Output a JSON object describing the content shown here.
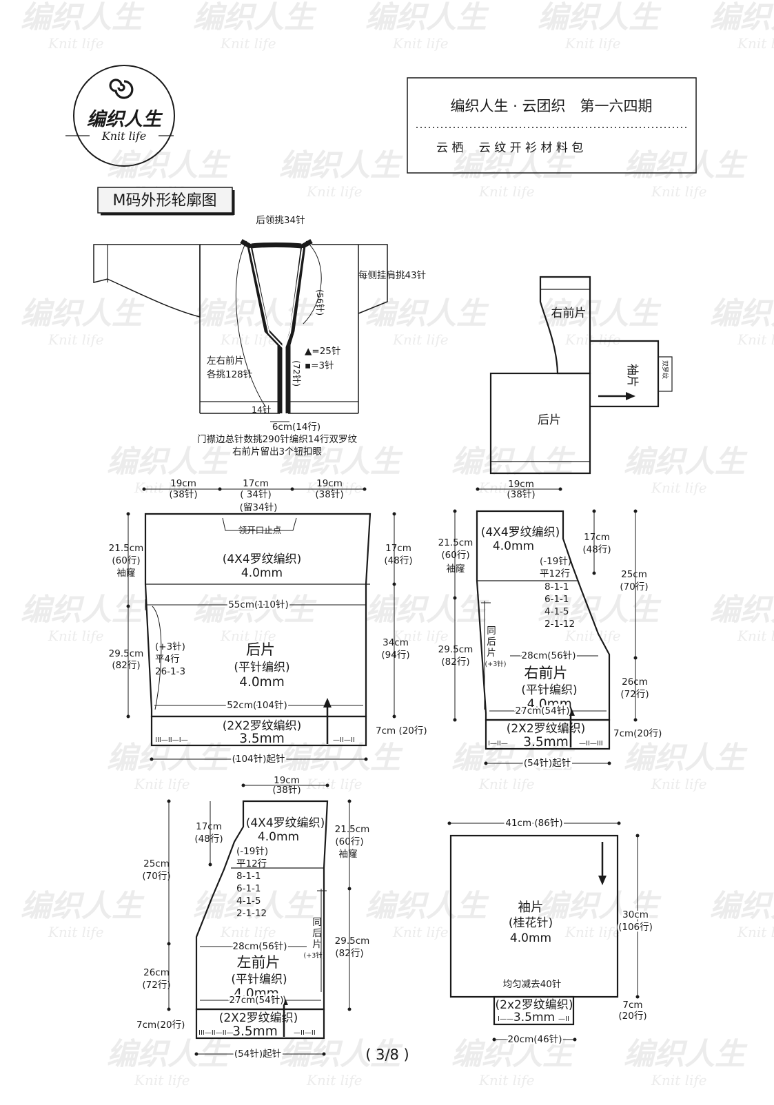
{
  "brand": {
    "cn": "编织人生",
    "en": "Knit life"
  },
  "header": {
    "line1": "编织人生 · 云团织　第一六四期",
    "line2": "云 栖　 云 纹 开 衫 材 料 包"
  },
  "section_title": "M码外形轮廓图",
  "page_number": "( 3/8 )",
  "overview": {
    "back_neck": "后领挑34针",
    "shoulder": "每侧挂肩挑43针",
    "front_pick1": "左右前片",
    "front_pick2": "各挑128针",
    "neck_curve": "(56针)",
    "front_curve": "(72针)",
    "buttonhole1": "▲=25针",
    "buttonhole2": "▪=3针",
    "bottom_st": "14针",
    "band_width": "6cm(14行)",
    "note1": "门襟边总针数挑290针编织14行双罗纹",
    "note2": "右前片留出3个钮扣眼"
  },
  "schematic_small": {
    "right_front": "右前片",
    "sleeve": "袖片",
    "back": "后片",
    "double_rib": "双罗纹",
    "width_cm": "19cm",
    "width_st": "(38针)"
  },
  "back": {
    "top_left_cm": "19cm",
    "top_left_st": "(38针)",
    "top_mid_cm": "17cm",
    "top_mid_st": "( 34针)",
    "top_mid_keep": "(留34针)",
    "top_right_cm": "19cm",
    "top_right_st": "(38针)",
    "neck_stop": "领开口止点",
    "armhole_cm": "21.5cm",
    "armhole_rows": "(60行)",
    "armhole_label": "袖窿",
    "yoke_pattern": "(4X4罗纹编织)",
    "yoke_needle": "4.0mm",
    "yoke_right_cm": "17cm",
    "yoke_right_rows": "(48行)",
    "chest": "55cm(110针)",
    "body_cm": "29.5cm",
    "body_rows": "(82行)",
    "inc1": "(+3针)",
    "inc2": "平4行",
    "inc3": "26-1-3",
    "name": "后片",
    "body_pattern": "(平针编织)",
    "body_needle": "4.0mm",
    "body_right_cm": "34cm",
    "body_right_rows": "(94行)",
    "hip": "52cm(104针)",
    "rib_pattern": "(2X2罗纹编织)",
    "rib_needle": "3.5mm",
    "rib_cm": "7cm (20行)",
    "cast_on": "(104针)起针",
    "rib_mark_left": "III—II—I—",
    "rib_mark_right": "—II—II"
  },
  "right_front": {
    "armhole_cm": "21.5cm",
    "armhole_rows": "(60行)",
    "armhole_label": "袖窿",
    "yoke_pattern": "(4X4罗纹编织)",
    "yoke_needle": "4.0mm",
    "neck_cm": "17cm",
    "neck_rows": "(48行)",
    "dec1": "(-19针)",
    "dec2": "平12行",
    "dec3": "8-1-1",
    "dec4": "6-1-1",
    "dec5": "4-1-5",
    "dec6": "2-1-12",
    "total_cm": "25cm",
    "total_rows": "(70行)",
    "same_back1": "同",
    "same_back2": "后",
    "same_back3": "片",
    "same_inc": "(+3针)",
    "body_cm": "29.5cm",
    "body_rows": "(82行)",
    "chest": "28cm(56针)",
    "name": "右前片",
    "body_pattern": "(平针编织)",
    "body_needle": "4.0mm",
    "hip": "27cm(54针)",
    "lower_cm": "26cm",
    "lower_rows": "(72行)",
    "rib_pattern": "(2X2罗纹编织)",
    "rib_needle": "3.5mm",
    "rib_cm": "7cm(20行)",
    "cast_on": "(54针)起针",
    "rib_mark_left": "I—II—",
    "rib_mark_right": "—II—III"
  },
  "left_front": {
    "top_cm": "19cm",
    "top_st": "(38针)",
    "neck_cm": "17cm",
    "neck_rows": "(48行)",
    "yoke_pattern": "(4X4罗纹编织)",
    "yoke_needle": "4.0mm",
    "armhole_cm": "21.5cm",
    "armhole_rows": "(60行)",
    "armhole_label": "袖窿",
    "dec1": "(-19针)",
    "dec2": "平12行",
    "dec3": "8-1-1",
    "dec4": "6-1-1",
    "dec5": "4-1-5",
    "dec6": "2-1-12",
    "total_cm": "25cm",
    "total_rows": "(70行)",
    "same_back1": "同",
    "same_back2": "后",
    "same_back3": "片",
    "same_inc": "(+3针)",
    "body_cm": "29.5cm",
    "body_rows": "(82行)",
    "chest": "28cm(56针)",
    "name": "左前片",
    "body_pattern": "(平针编织)",
    "body_needle": "4.0mm",
    "lower_cm": "26cm",
    "lower_rows": "(72行)",
    "hip": "27cm(54针)",
    "rib_pattern": "(2X2罗纹编织)",
    "rib_needle": "3.5mm",
    "rib_cm": "7cm(20行)",
    "cast_on": "(54针)起针",
    "rib_mark_left": "III—II—II—",
    "rib_mark_right": "—II—II"
  },
  "sleeve": {
    "width": "41cm (86针)",
    "name": "袖片",
    "pattern": "(桂花针)",
    "needle": "4.0mm",
    "length_cm": "30cm",
    "length_rows": "(106行)",
    "decrease": "均匀减去40针",
    "rib_pattern": "(2x2罗纹编织)",
    "rib_needle": "3.5mm",
    "rib_mark_left": "I——",
    "rib_mark_right": "—II",
    "cuff_cm": "7cm",
    "cuff_rows": "(20行)",
    "cuff_width": "20cm(46针)"
  }
}
